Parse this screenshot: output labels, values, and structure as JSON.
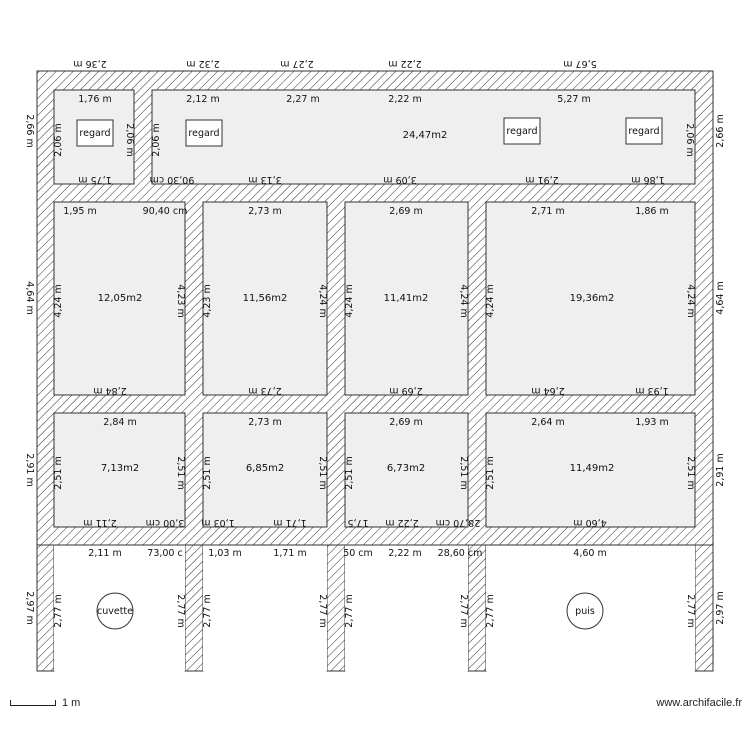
{
  "plan": {
    "colors": {
      "wall_hatch": "#333333",
      "room_fill": "#efefef",
      "stroke": "#333333"
    },
    "outer_top": [
      "2,36 m",
      "2,32 m",
      "2,27 m",
      "2,22 m",
      "5,67 m"
    ],
    "outer_left": [
      "2,66 m",
      "4,64 m",
      "2,91 m",
      "2,97 m"
    ],
    "outer_right": [
      "2,66 m",
      "4,64 m",
      "2,91 m",
      "2,97 m"
    ],
    "labels": [
      "1,76 m",
      "2,06 m",
      "2,06 m",
      "1,75 m",
      "2,12 m",
      "2,27 m",
      "2,22 m",
      "5,27 m",
      "2,06 m",
      "2,06 m",
      "90,30 cm",
      "3,13 m",
      "3,09 m",
      "2,91 m",
      "1,86 m",
      "1,95 m",
      "90,40 cm",
      "4,24 m",
      "4,23 m",
      "2,84 m",
      "2,73 m",
      "4,23 m",
      "4,24 m",
      "2,73 m",
      "2,69 m",
      "4,24 m",
      "4,24 m",
      "2,69 m",
      "2,71 m",
      "1,86 m",
      "4,24 m",
      "4,24 m",
      "2,64 m",
      "1,93 m",
      "2,84 m",
      "2,51 m",
      "2,51 m",
      "2,11 m",
      "3,00 cm",
      "2,73 m",
      "2,51 m",
      "2,51 m",
      "1,03 m",
      "1,71 m",
      "2,69 m",
      "2,51 m",
      "2,51 m",
      "17,5",
      "2,22 m",
      "28,70 cm",
      "2,64 m",
      "1,93 m",
      "2,51 m",
      "2,51 m",
      "4,60 m",
      "2,11 m",
      "73,00 c",
      "1,03 m",
      "1,71 m",
      "50 cm",
      "2,22 m",
      "28,60 cm",
      "4,60 m",
      "2,77 m",
      "2,77 m",
      "2,77 m",
      "2,77 m",
      "2,77 m",
      "2,77 m",
      "2,77 m",
      "2,77 m"
    ],
    "areas": [
      "24,47m2",
      "12,05m2",
      "11,56m2",
      "11,41m2",
      "19,36m2",
      "7,13m2",
      "6,85m2",
      "6,73m2",
      "11,49m2"
    ],
    "objects": {
      "regard": "regard",
      "cuvette": "cuvette",
      "puis": "puis"
    }
  },
  "footer": {
    "scale_label": "1 m",
    "watermark": "www.archifacile.fr"
  }
}
